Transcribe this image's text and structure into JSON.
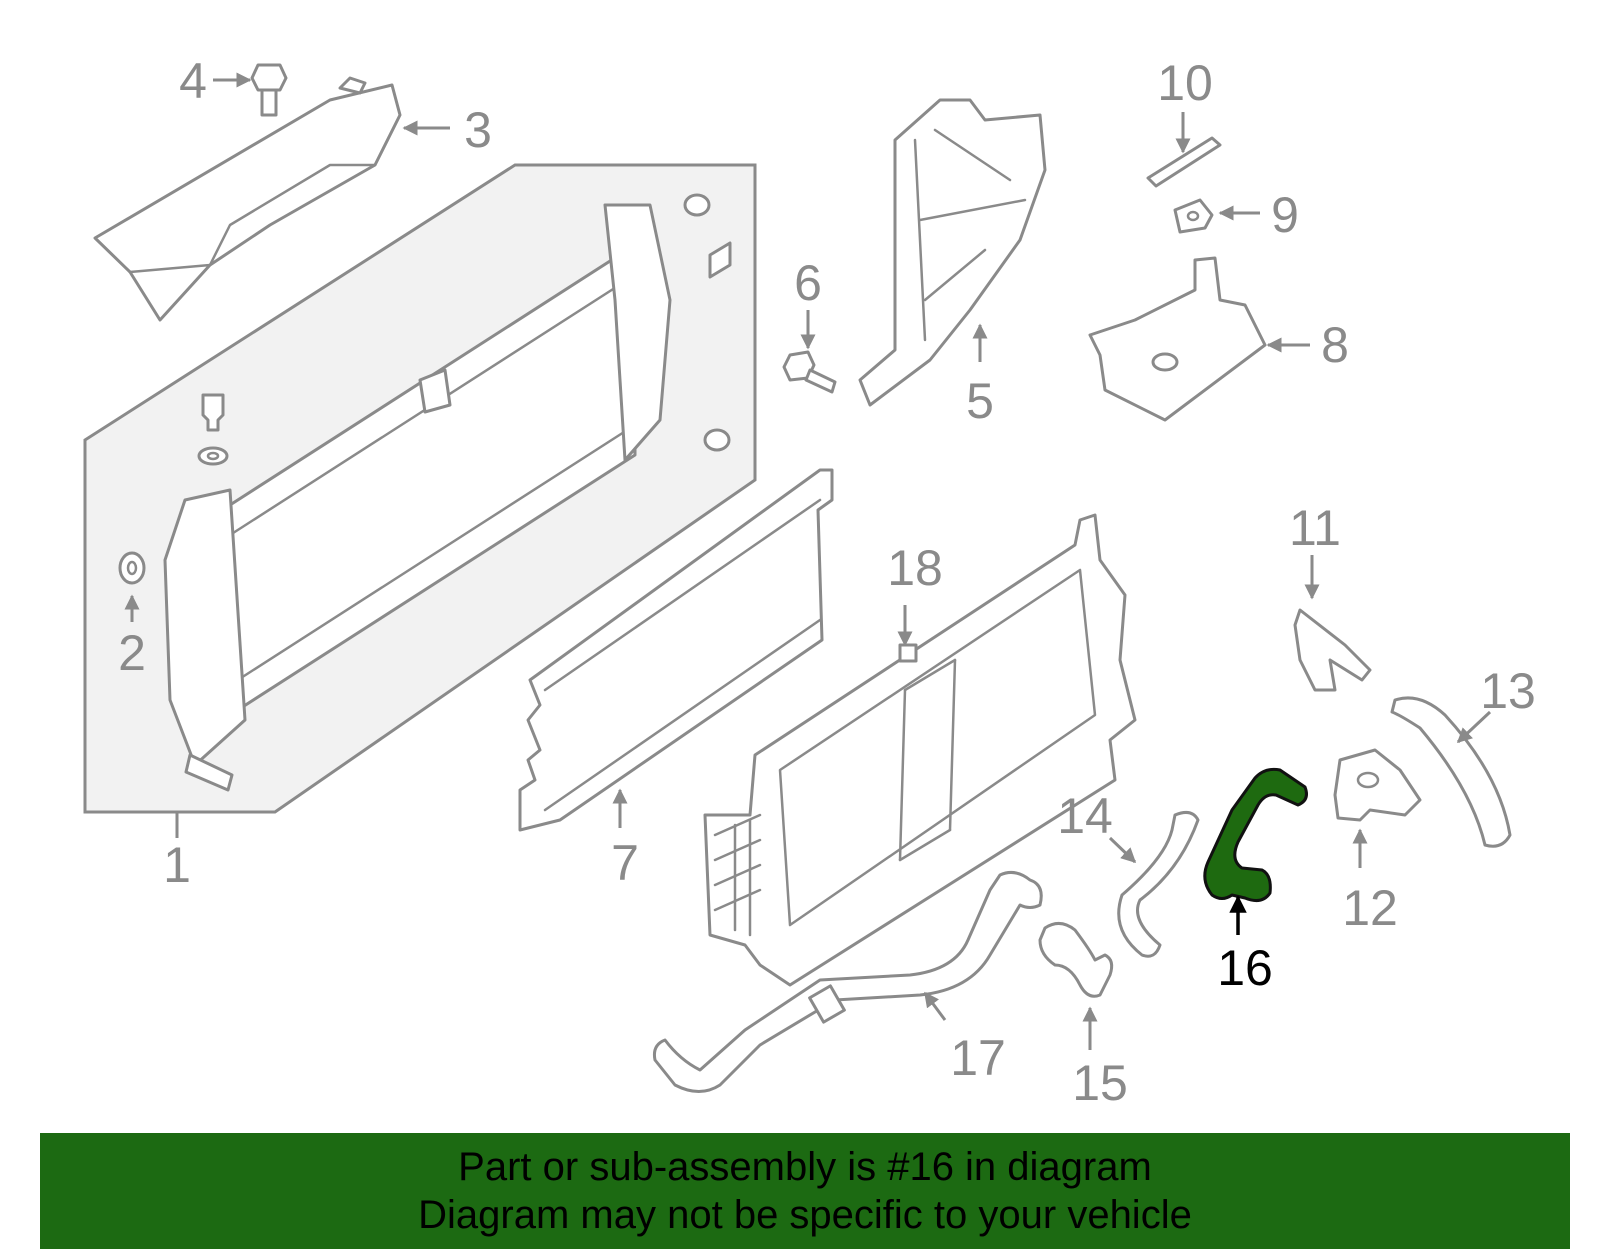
{
  "diagram": {
    "callouts": [
      "1",
      "2",
      "3",
      "4",
      "5",
      "6",
      "7",
      "8",
      "9",
      "10",
      "11",
      "12",
      "13",
      "14",
      "15",
      "16",
      "17",
      "18"
    ],
    "highlighted_part": "16",
    "highlight_color": "#1e6a10",
    "line_color": "#8a8a8a",
    "box_fill": "#f2f2f2"
  },
  "banner": {
    "line1": "Part or sub-assembly is #16 in diagram",
    "line2": "Diagram may not be specific to your vehicle",
    "background": "#1c6a12"
  }
}
